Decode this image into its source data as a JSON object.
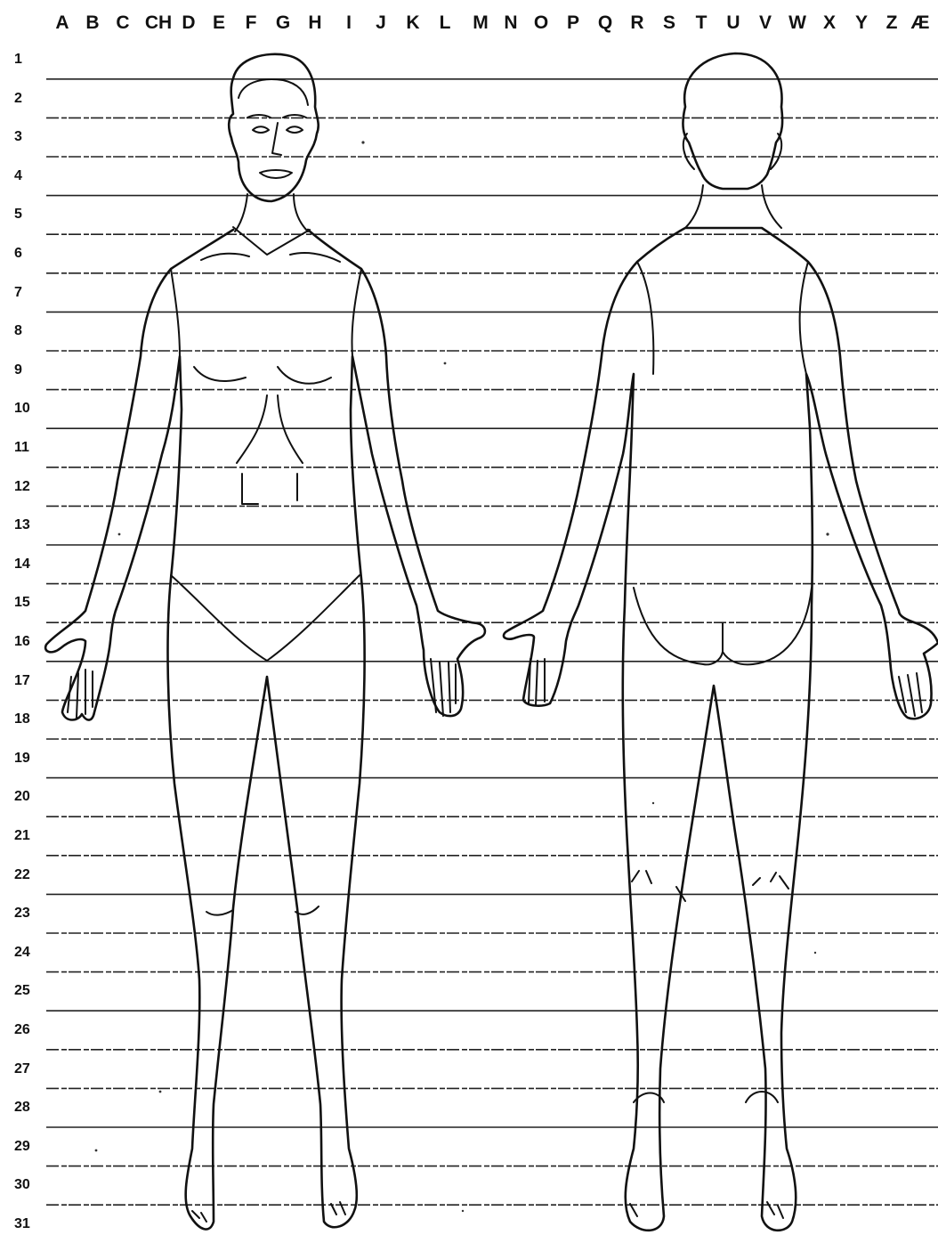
{
  "column_labels": [
    "A",
    "B",
    "C",
    "CH",
    "D",
    "E",
    "F",
    "G",
    "H",
    "I",
    "J",
    "K",
    "L",
    "M",
    "N",
    "O",
    "P",
    "Q",
    "R",
    "S",
    "T",
    "U",
    "V",
    "W",
    "X",
    "Y",
    "Z",
    "Æ"
  ],
  "row_labels": [
    "1",
    "2",
    "3",
    "4",
    "5",
    "6",
    "7",
    "8",
    "9",
    "10",
    "11",
    "12",
    "13",
    "14",
    "15",
    "16",
    "17",
    "18",
    "19",
    "20",
    "21",
    "22",
    "23",
    "24",
    "25",
    "26",
    "27",
    "28",
    "29",
    "30",
    "31"
  ],
  "figures": [
    {
      "view": "front-view"
    },
    {
      "view": "back-view"
    }
  ],
  "colors": {
    "ink": "#111111",
    "paper": "#ffffff"
  }
}
